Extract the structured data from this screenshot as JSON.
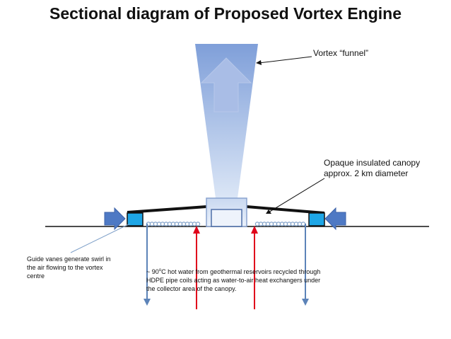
{
  "title": "Sectional diagram of Proposed Vortex Engine",
  "labels": {
    "funnel": "Vortex “funnel”",
    "canopy": "Opaque insulated canopy approx. 2 km diameter",
    "guide_vanes": "Guide vanes generate swirl in the air flowing to the vortex centre",
    "water_prefix": "~ 90",
    "water_degree": "o",
    "water_rest": "C hot water from geothermal reservoirs recycled through HDPE pipe coils acting as water-to-air heat exchangers under the collector area of the canopy."
  },
  "colors": {
    "funnel_top": "#7f9fd9",
    "funnel_bottom": "#dbe6f6",
    "updraft_arrow": "#a9bde6",
    "inflow_arrow": "#4e79c4",
    "guide_vane": "#1ea6e6",
    "canopy": "#111111",
    "hot_water_pipe": "#e0001b",
    "return_pipe": "#5c83b8",
    "coil": "#7fa0c9"
  }
}
